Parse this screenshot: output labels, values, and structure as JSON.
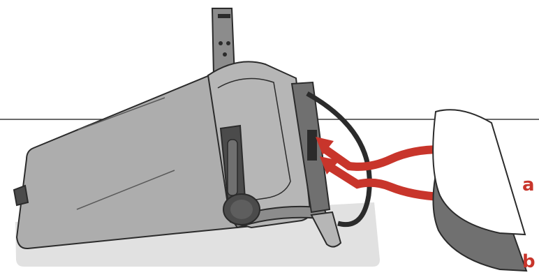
{
  "illustration": {
    "subject": "filter-holder-attachment",
    "colors": {
      "background": "#ffffff",
      "shadow": "#e1e1e1",
      "body": "#adadad",
      "body_dark": "#8c8c8c",
      "strap": "#4b4b4b",
      "outline": "#2b2b2b",
      "arrow": "#c8352b",
      "filter_light": "#ffffff",
      "filter_dark": "#707070",
      "horizon": "#3a3a3a"
    },
    "icons": [
      "strap-buckle-icon",
      "knob-icon",
      "insert-arrow-icon"
    ]
  },
  "callouts": {
    "a": "a",
    "b": "b"
  }
}
